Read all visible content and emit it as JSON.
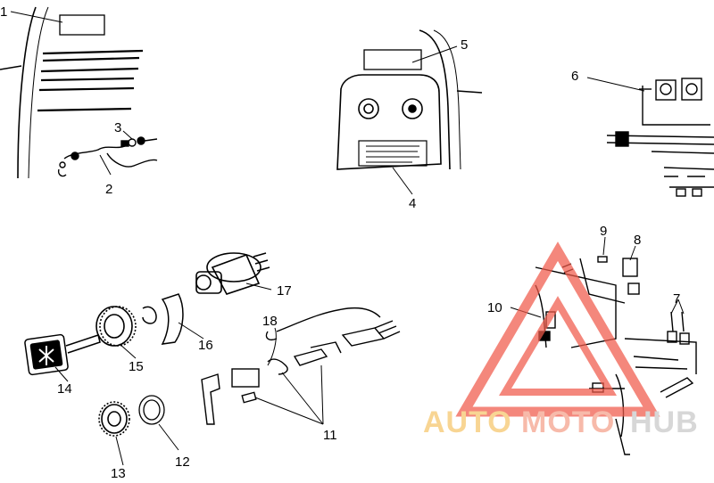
{
  "callouts": [
    {
      "id": "1",
      "label": "1"
    },
    {
      "id": "2",
      "label": "2"
    },
    {
      "id": "3",
      "label": "3"
    },
    {
      "id": "4",
      "label": "4"
    },
    {
      "id": "5",
      "label": "5"
    },
    {
      "id": "6",
      "label": "6"
    },
    {
      "id": "7",
      "label": "7"
    },
    {
      "id": "8",
      "label": "8"
    },
    {
      "id": "9",
      "label": "9"
    },
    {
      "id": "10",
      "label": "10"
    },
    {
      "id": "11",
      "label": "11"
    },
    {
      "id": "12",
      "label": "12"
    },
    {
      "id": "13",
      "label": "13"
    },
    {
      "id": "14",
      "label": "14"
    },
    {
      "id": "15",
      "label": "15"
    },
    {
      "id": "16",
      "label": "16"
    },
    {
      "id": "17",
      "label": "17"
    },
    {
      "id": "18",
      "label": "18"
    }
  ],
  "watermark": {
    "auto": "AUTO",
    "moto": "MOTO",
    "hub": "HUB",
    "colors": {
      "auto": "#f6c66a",
      "moto": "#f4a08a",
      "hub": "#c8c8c8",
      "triangle": "#f15a4a"
    }
  }
}
